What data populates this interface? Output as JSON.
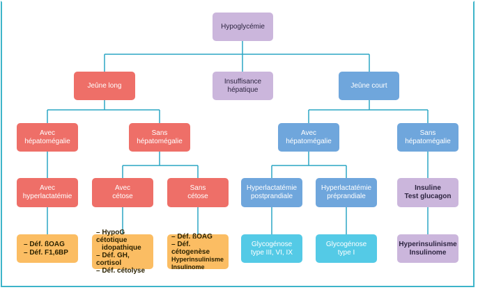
{
  "colors": {
    "purple": "#cbb6dc",
    "red": "#ee6f68",
    "blue": "#6fa6dc",
    "orange": "#fbbd63",
    "cyan": "#54cae6",
    "connector": "#2aa6c4"
  },
  "nodes": {
    "root": [
      "Hypoglycémie"
    ],
    "jeune_long": [
      "Jeûne long"
    ],
    "insuffisance": [
      "Insuffisance",
      "hépatique"
    ],
    "jeune_court": [
      "Jeûne court"
    ],
    "ll_avec_hep": [
      "Avec",
      "hépatomégalie"
    ],
    "ll_sans_hep": [
      "Sans",
      "hépatomégalie"
    ],
    "jc_avec_hep": [
      "Avec",
      "hépatomégalie"
    ],
    "jc_sans_hep": [
      "Sans",
      "hépatomégalie"
    ],
    "avec_hyperlact": [
      "Avec",
      "hyperlactatémie"
    ],
    "avec_cetose": [
      "Avec",
      "cétose"
    ],
    "sans_cetose": [
      "Sans",
      "cétose"
    ],
    "hyperlact_post": [
      "Hyperlactatémie",
      "postprandiale"
    ],
    "hyperlact_pre": [
      "Hyperlactatémie",
      "préprandiale"
    ],
    "insuline_test": [
      "Insuline",
      "Test glucagon"
    ],
    "def_boag": [
      "– Déf. ßOAG",
      "– Déf. F1,6BP"
    ],
    "hypog_cetotique": [
      "– HypoG cétotique",
      "idopathique",
      "– Déf. GH, cortisol",
      "– Déf. cétolyse"
    ],
    "def_cetogenese": [
      "– Déf. ßOAG",
      "– Déf. cétogenèse",
      "Hyperinsulinisme",
      "Insulinome"
    ],
    "glyco_3_6_9": [
      "Glycogénose",
      "type III, VI, IX"
    ],
    "glyco_1": [
      "Glycogénose",
      "type I"
    ],
    "hyperinsulinisme": [
      "Hyperinsulinisme",
      "Insulinome"
    ]
  }
}
